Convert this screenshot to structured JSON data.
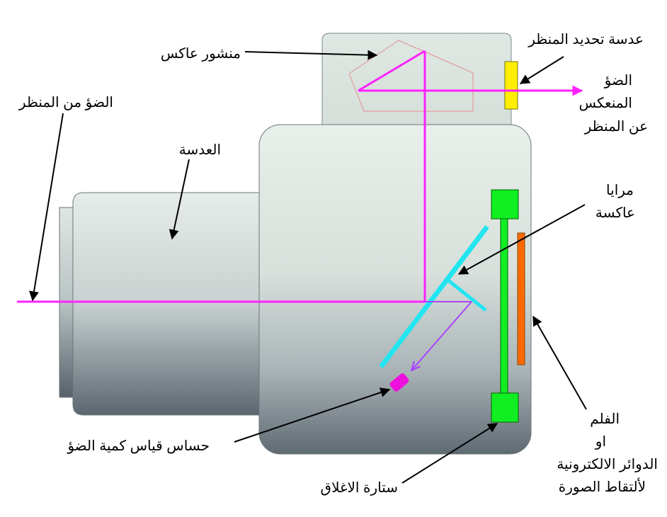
{
  "labels": {
    "prism": "منشور عاكس",
    "viewfinder_lens": "عدسة تحديد المنظر",
    "reflected_light": [
      "الضؤ",
      "المنعكس",
      "عن المنظر"
    ],
    "light_from_scene": "الضؤ من المنظر",
    "lens": "العدسة",
    "mirrors": [
      "مرايا",
      "عاكسة"
    ],
    "light_sensor": "حساس قياس كمية الضؤ",
    "shutter": "ستارة الاغلاق",
    "film": [
      "الفلم",
      "او",
      "الدوائر الالكترونية",
      "لألتقاط الصورة"
    ]
  },
  "colors": {
    "light_ray": "#ff22ff",
    "sensor_ray": "#aa44ff",
    "mirror": "#22e5f0",
    "shutter": "#11ee22",
    "film": "#ff6a00",
    "eyepiece": "#ffee00",
    "prism_outline": "#e09090",
    "sensor": "#ee11dd"
  }
}
